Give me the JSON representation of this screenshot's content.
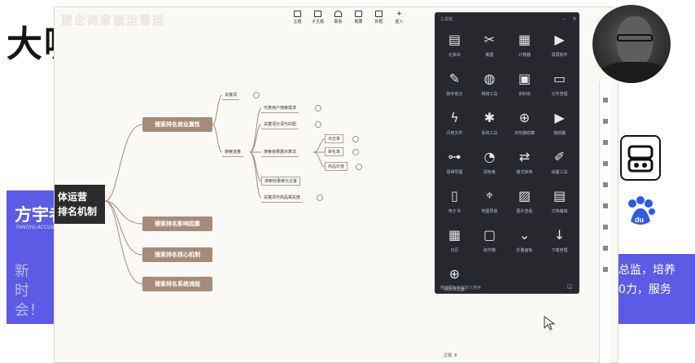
{
  "background": {
    "title": "大咖",
    "brand": "方宇者",
    "brand_sub": "FANGYU.ACCUS",
    "slogan": "新时会！",
    "right_card": [
      "总监，培养",
      "0力，服务"
    ]
  },
  "mindmap": {
    "doc_title": "建企商家面运营运",
    "toolbar": [
      {
        "label": "主题",
        "icon": "theme-icon"
      },
      {
        "label": "子主题",
        "icon": "subtopic-icon"
      },
      {
        "label": "联系",
        "icon": "relation-icon"
      },
      {
        "label": "概要",
        "icon": "summary-icon"
      },
      {
        "label": "外框",
        "icon": "boundary-icon"
      },
      {
        "label": "插入",
        "icon": "insert-icon"
      }
    ],
    "root": [
      "体运营",
      "排名机制"
    ],
    "branches": [
      "搜索排名商业属性",
      "搜索排名影响因素",
      "搜索排名核心机制",
      "搜索排名系统流程"
    ],
    "sub_top": "关键词",
    "sub_mid": "搜索流量",
    "leaves": [
      "代表用户搜索需求",
      "关键词分词与匹配",
      "搜索结果展示算法",
      "搜索结果曝光位置",
      "关键词与商品相关度"
    ],
    "leaf_children": [
      "点击率",
      "转化率",
      "商品价值"
    ],
    "status": "主题: 8"
  },
  "panel": {
    "title": "工具箱",
    "items": [
      {
        "label": "记事本",
        "icon": "notepad-icon"
      },
      {
        "label": "截图",
        "icon": "screenshot-icon"
      },
      {
        "label": "计算器",
        "icon": "calculator-icon"
      },
      {
        "label": "录屏软件",
        "icon": "video-record-icon"
      },
      {
        "label": "随手笔记",
        "icon": "feather-icon"
      },
      {
        "label": "网络工具",
        "icon": "network-icon"
      },
      {
        "label": "资料库",
        "icon": "library-icon"
      },
      {
        "label": "文件管理",
        "icon": "folder-icon"
      },
      {
        "label": "闪电文件",
        "icon": "lightning-icon"
      },
      {
        "label": "系统工具",
        "icon": "tool-icon"
      },
      {
        "label": "浏览器收藏",
        "icon": "globe-icon"
      },
      {
        "label": "播放器",
        "icon": "play-icon"
      },
      {
        "label": "思维导图",
        "icon": "mindmap-icon"
      },
      {
        "label": "调色板",
        "icon": "palette-icon"
      },
      {
        "label": "格式转换",
        "icon": "convert-icon"
      },
      {
        "label": "绘图工具",
        "icon": "draw-icon"
      },
      {
        "label": "电子书",
        "icon": "ebook-icon"
      },
      {
        "label": "地图导航",
        "icon": "map-icon"
      },
      {
        "label": "图片查看",
        "icon": "image-icon"
      },
      {
        "label": "文档编辑",
        "icon": "document-icon"
      },
      {
        "label": "日历",
        "icon": "calendar-icon"
      },
      {
        "label": "收件箱",
        "icon": "inbox-icon"
      },
      {
        "label": "折叠面板",
        "icon": "chevron-down-icon"
      },
      {
        "label": "下载管理",
        "icon": "download-icon"
      },
      {
        "label": "网页浏览器",
        "icon": "globe-icon"
      }
    ],
    "footer": "拖动图标可自定义排序"
  }
}
